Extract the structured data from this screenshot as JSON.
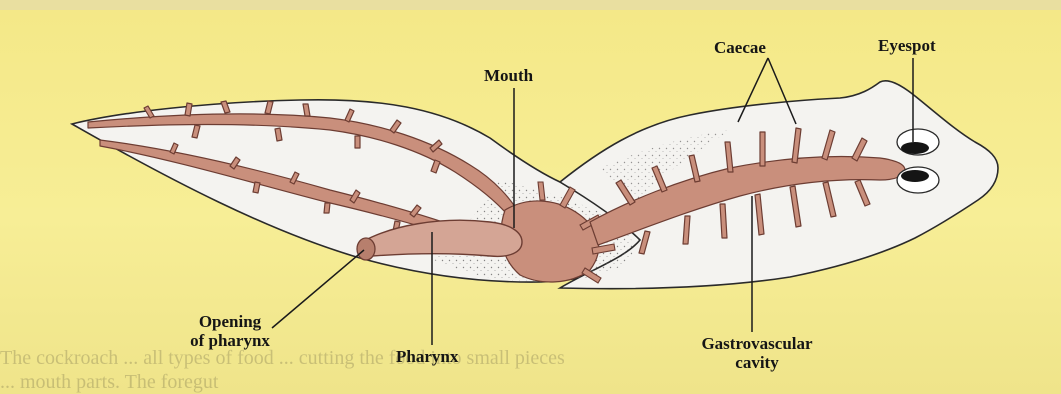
{
  "labels": {
    "mouth": "Mouth",
    "caecae": "Caecae",
    "eyespot": "Eyespot",
    "opening_of_pharynx": [
      "Opening",
      "of pharynx"
    ],
    "pharynx": "Pharynx",
    "gastrovascular_cavity": [
      "Gastrovascular",
      "cavity"
    ]
  },
  "background_text": {
    "line1": "The cockroach ... all types of food ... cutting the food into small pieces",
    "line2": "... mouth parts. The foregut"
  },
  "colors": {
    "page": "#f6ec8a",
    "body_fill": "#f4f3f0",
    "gut": "#c98f7c",
    "gut_outline": "#6d3d33",
    "pharynx": "#d4a595",
    "outline": "#2a2a2a"
  }
}
